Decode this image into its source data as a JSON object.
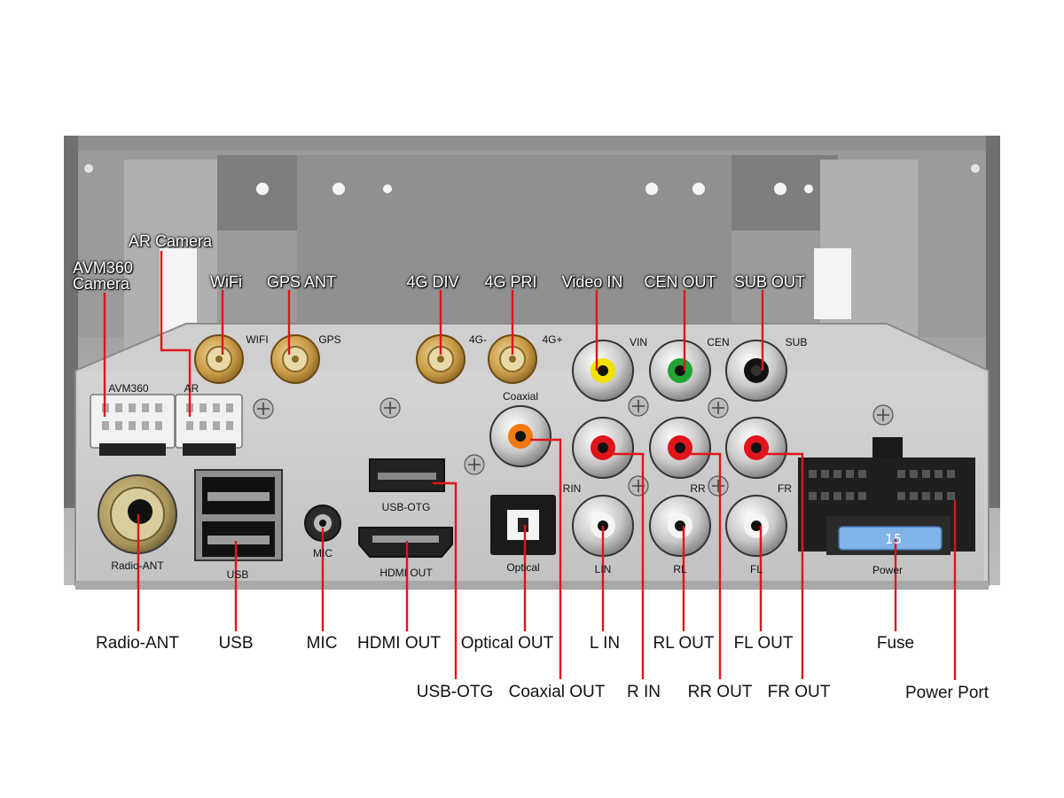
{
  "callouts": {
    "ar_camera": "AR Camera",
    "avm360_camera_l1": "AVM360",
    "avm360_camera_l2": "Camera",
    "wifi": "WiFi",
    "gps_ant": "GPS ANT",
    "g4_div": "4G DIV",
    "g4_pri": "4G PRI",
    "video_in": "Video IN",
    "cen_out": "CEN OUT",
    "sub_out": "SUB OUT",
    "radio_ant": "Radio-ANT",
    "usb": "USB",
    "mic": "MIC",
    "hdmi_out": "HDMI OUT",
    "optical_out": "Optical OUT",
    "l_in": "L IN",
    "rl_out": "RL OUT",
    "fl_out": "FL OUT",
    "fuse": "Fuse",
    "usb_otg": "USB-OTG",
    "coaxial_out": "Coaxial OUT",
    "r_in": "R IN",
    "rr_out": "RR OUT",
    "fr_out": "FR OUT",
    "power_port": "Power Port"
  },
  "panel_silkscreen": {
    "wifi": "WIFI",
    "gps": "GPS",
    "g4_minus": "4G-",
    "g4_plus": "4G+",
    "vin": "VIN",
    "cen": "CEN",
    "sub": "SUB",
    "avm360": "AVM360",
    "ar": "AR",
    "coaxial": "Coaxial",
    "rin": "RIN",
    "rr": "RR",
    "fr": "FR",
    "usb_otg": "USB-OTG",
    "radio_ant": "Radio-ANT",
    "usb": "USB",
    "mic": "MIC",
    "hdmi_out": "HDMI OUT",
    "optical": "Optical",
    "lin": "LIN",
    "rl": "RL",
    "fl": "FL",
    "power": "Power"
  },
  "fuse_rating": "15",
  "colors": {
    "leader_line": "#e0141b",
    "rca_yellow": "#f2e000",
    "rca_green": "#22a335",
    "rca_black": "#111111",
    "rca_orange": "#f07a12",
    "rca_red": "#e0141b",
    "rca_white": "#f4f4f4",
    "fuse_blue": "#7fb3ea"
  }
}
